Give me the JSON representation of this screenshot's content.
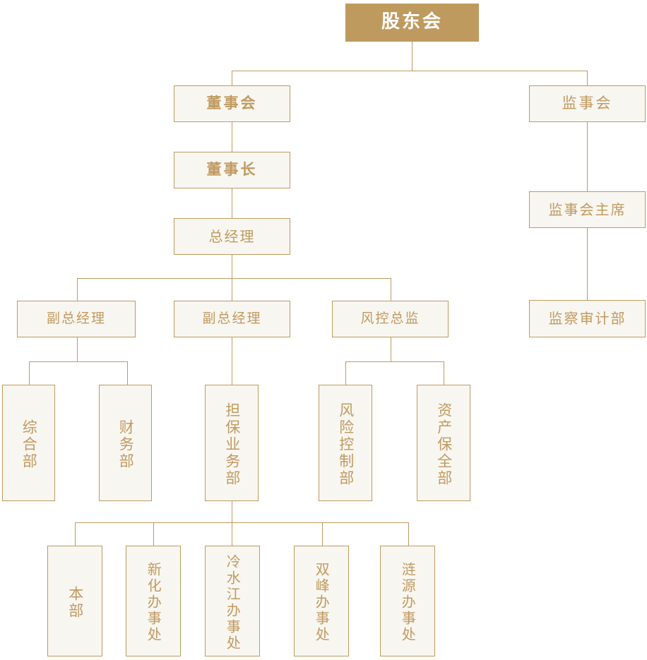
{
  "chart_title": "",
  "colors": {
    "accent": "#c09a60",
    "root_fill": "#bf9a5f",
    "node_fill": "#f8f6f0",
    "node_border": "#c09a60",
    "node_text": "#c09a60",
    "root_text": "#ffffff",
    "background": "#ffffff"
  },
  "nodes": {
    "shareholders_meeting": "股东会",
    "board_of_directors": "董事会",
    "board_of_supervisors": "监事会",
    "chairman": "董事长",
    "supervisor_chairman": "监事会主席",
    "general_manager": "总经理",
    "audit_department": "监察审计部",
    "deputy_gm_1": "副总经理",
    "deputy_gm_2": "副总经理",
    "risk_director": "风控总监",
    "general_affairs_dept": "综合部",
    "finance_dept": "财务部",
    "guarantee_business_dept": "担保业务部",
    "risk_control_dept": "风险控制部",
    "asset_preservation_dept": "资产保全部",
    "headquarters": "本部",
    "xinhua_office": "新化办事处",
    "lengshuijiang_office": "冷水江办事处",
    "shuangfeng_office": "双峰办事处",
    "lianyuan_office": "涟源办事处"
  }
}
